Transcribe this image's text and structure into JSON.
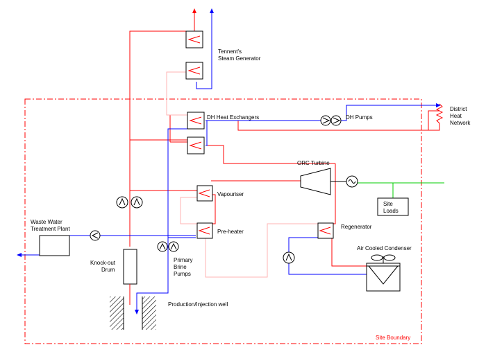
{
  "labels": {
    "tennents_line1": "Tennent's",
    "tennents_line2": "Steam Generator",
    "district_line1": "District",
    "district_line2": "Heat",
    "district_line3": "Network",
    "dh_heat_exchangers": "DH Heat Exchangers",
    "dh_pumps": "DH Pumps",
    "orc_turbine": "ORC Turbine",
    "vapouriser": "Vapouriser",
    "pre_heater": "Pre-heater",
    "regenerator": "Regenerator",
    "site_loads_line1": "Site",
    "site_loads_line2": "Loads",
    "air_cooled_condenser": "Air Cooled Condenser",
    "waste_water_line1": "Waste Water",
    "waste_water_line2": "Treatment Plant",
    "knockout_line1": "Knock-out",
    "knockout_line2": "Drum",
    "primary_brine_line1": "Primary",
    "primary_brine_line2": "Brine",
    "primary_brine_line3": "Pumps",
    "production_well": "Production/Injection well",
    "site_boundary": "Site Boundary"
  },
  "colors": {
    "hot": "#ff0000",
    "cold": "#0000ff",
    "warm": "#ffb3b3",
    "electric": "#00cc00",
    "boundary": "#ff0000",
    "equipment": "#000000"
  }
}
